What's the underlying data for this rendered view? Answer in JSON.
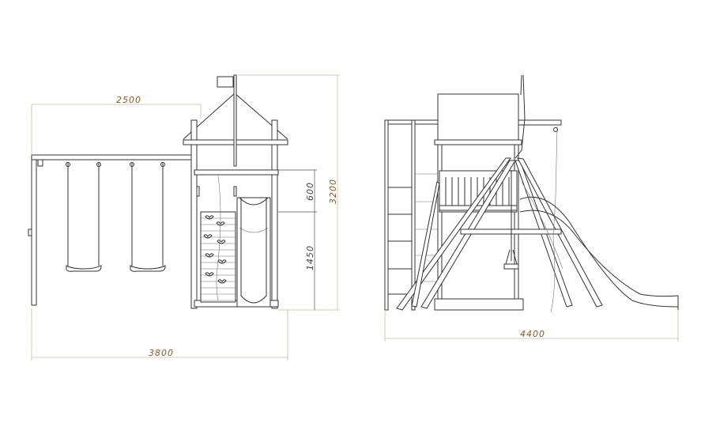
{
  "dimensions": {
    "swing_beam_width": "2500",
    "total_width_front": "3800",
    "total_height": "3200",
    "roof_height": "600",
    "platform_height": "1450",
    "total_length_side": "4400"
  },
  "colors": {
    "dimension_label": "#8a5a1e",
    "inner_dimension_label": "#444444",
    "line": "#333333"
  }
}
